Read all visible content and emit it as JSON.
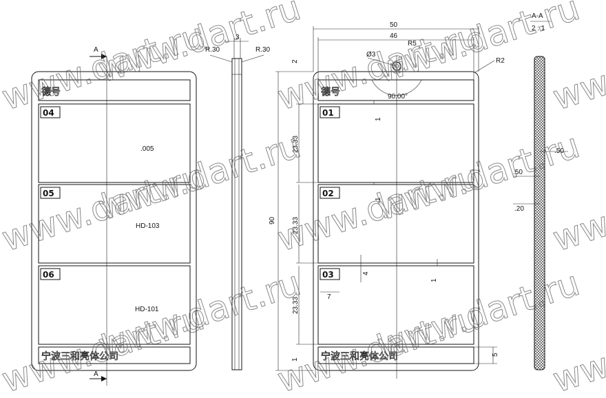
{
  "section": {
    "name": "A-A",
    "scale": "2 : 1",
    "arrow_letter": "A"
  },
  "left_view": {
    "header_chars": "德号",
    "slots": [
      {
        "num": "04",
        "text": ".005"
      },
      {
        "num": "05",
        "text": "HD-103"
      },
      {
        "num": "06",
        "text": "HD-101"
      }
    ],
    "footer": "宁波三和亮体公司"
  },
  "side_view": {
    "r_left": "R.30",
    "r_right": "R.30",
    "width": "3"
  },
  "right_view": {
    "header_chars": "德号",
    "slots": [
      {
        "num": "01"
      },
      {
        "num": "02"
      },
      {
        "num": "03"
      }
    ],
    "footer": "宁波三和亮体公司"
  },
  "dims": {
    "w50": "50",
    "w46": "46",
    "r2": "R2",
    "d3": "Ø3",
    "r5": "R5",
    "angle": "90.00°",
    "h90": "90",
    "gap2": "2",
    "h5": "5",
    "h23_1": "23.33",
    "h23_2": "23.33",
    "h23_3": "23.33",
    "one_a": "1",
    "one_b": "1",
    "one_c": "1",
    "one_bottom": "1",
    "four": "4",
    "seven": "7",
    "five_v": "5",
    "s050a": ".50",
    "s050b": ".50",
    "s020": ".20"
  },
  "watermark": "www.dart.ru"
}
